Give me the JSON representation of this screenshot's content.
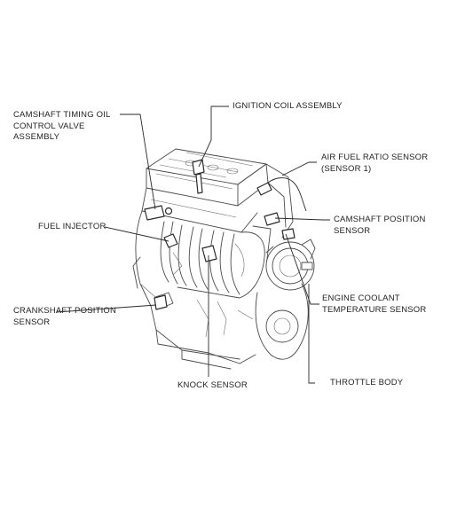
{
  "labels": {
    "camshaft_timing_oil_control_valve": "CAMSHAFT TIMING OIL\nCONTROL VALVE\nASSEMBLY",
    "ignition_coil_assembly": "IGNITION COIL ASSEMBLY",
    "air_fuel_ratio_sensor": "AIR FUEL RATIO SENSOR\n(SENSOR 1)",
    "fuel_injector": "FUEL INJECTOR",
    "camshaft_position_sensor": "CAMSHAFT POSITION\nSENSOR",
    "engine_coolant_temperature_sensor": "ENGINE COOLANT\nTEMPERATURE SENSOR",
    "crankshaft_position_sensor": "CRANKSHAFT POSITION\nSENSOR",
    "knock_sensor": "KNOCK SENSOR",
    "throttle_body": "THROTTLE BODY"
  }
}
